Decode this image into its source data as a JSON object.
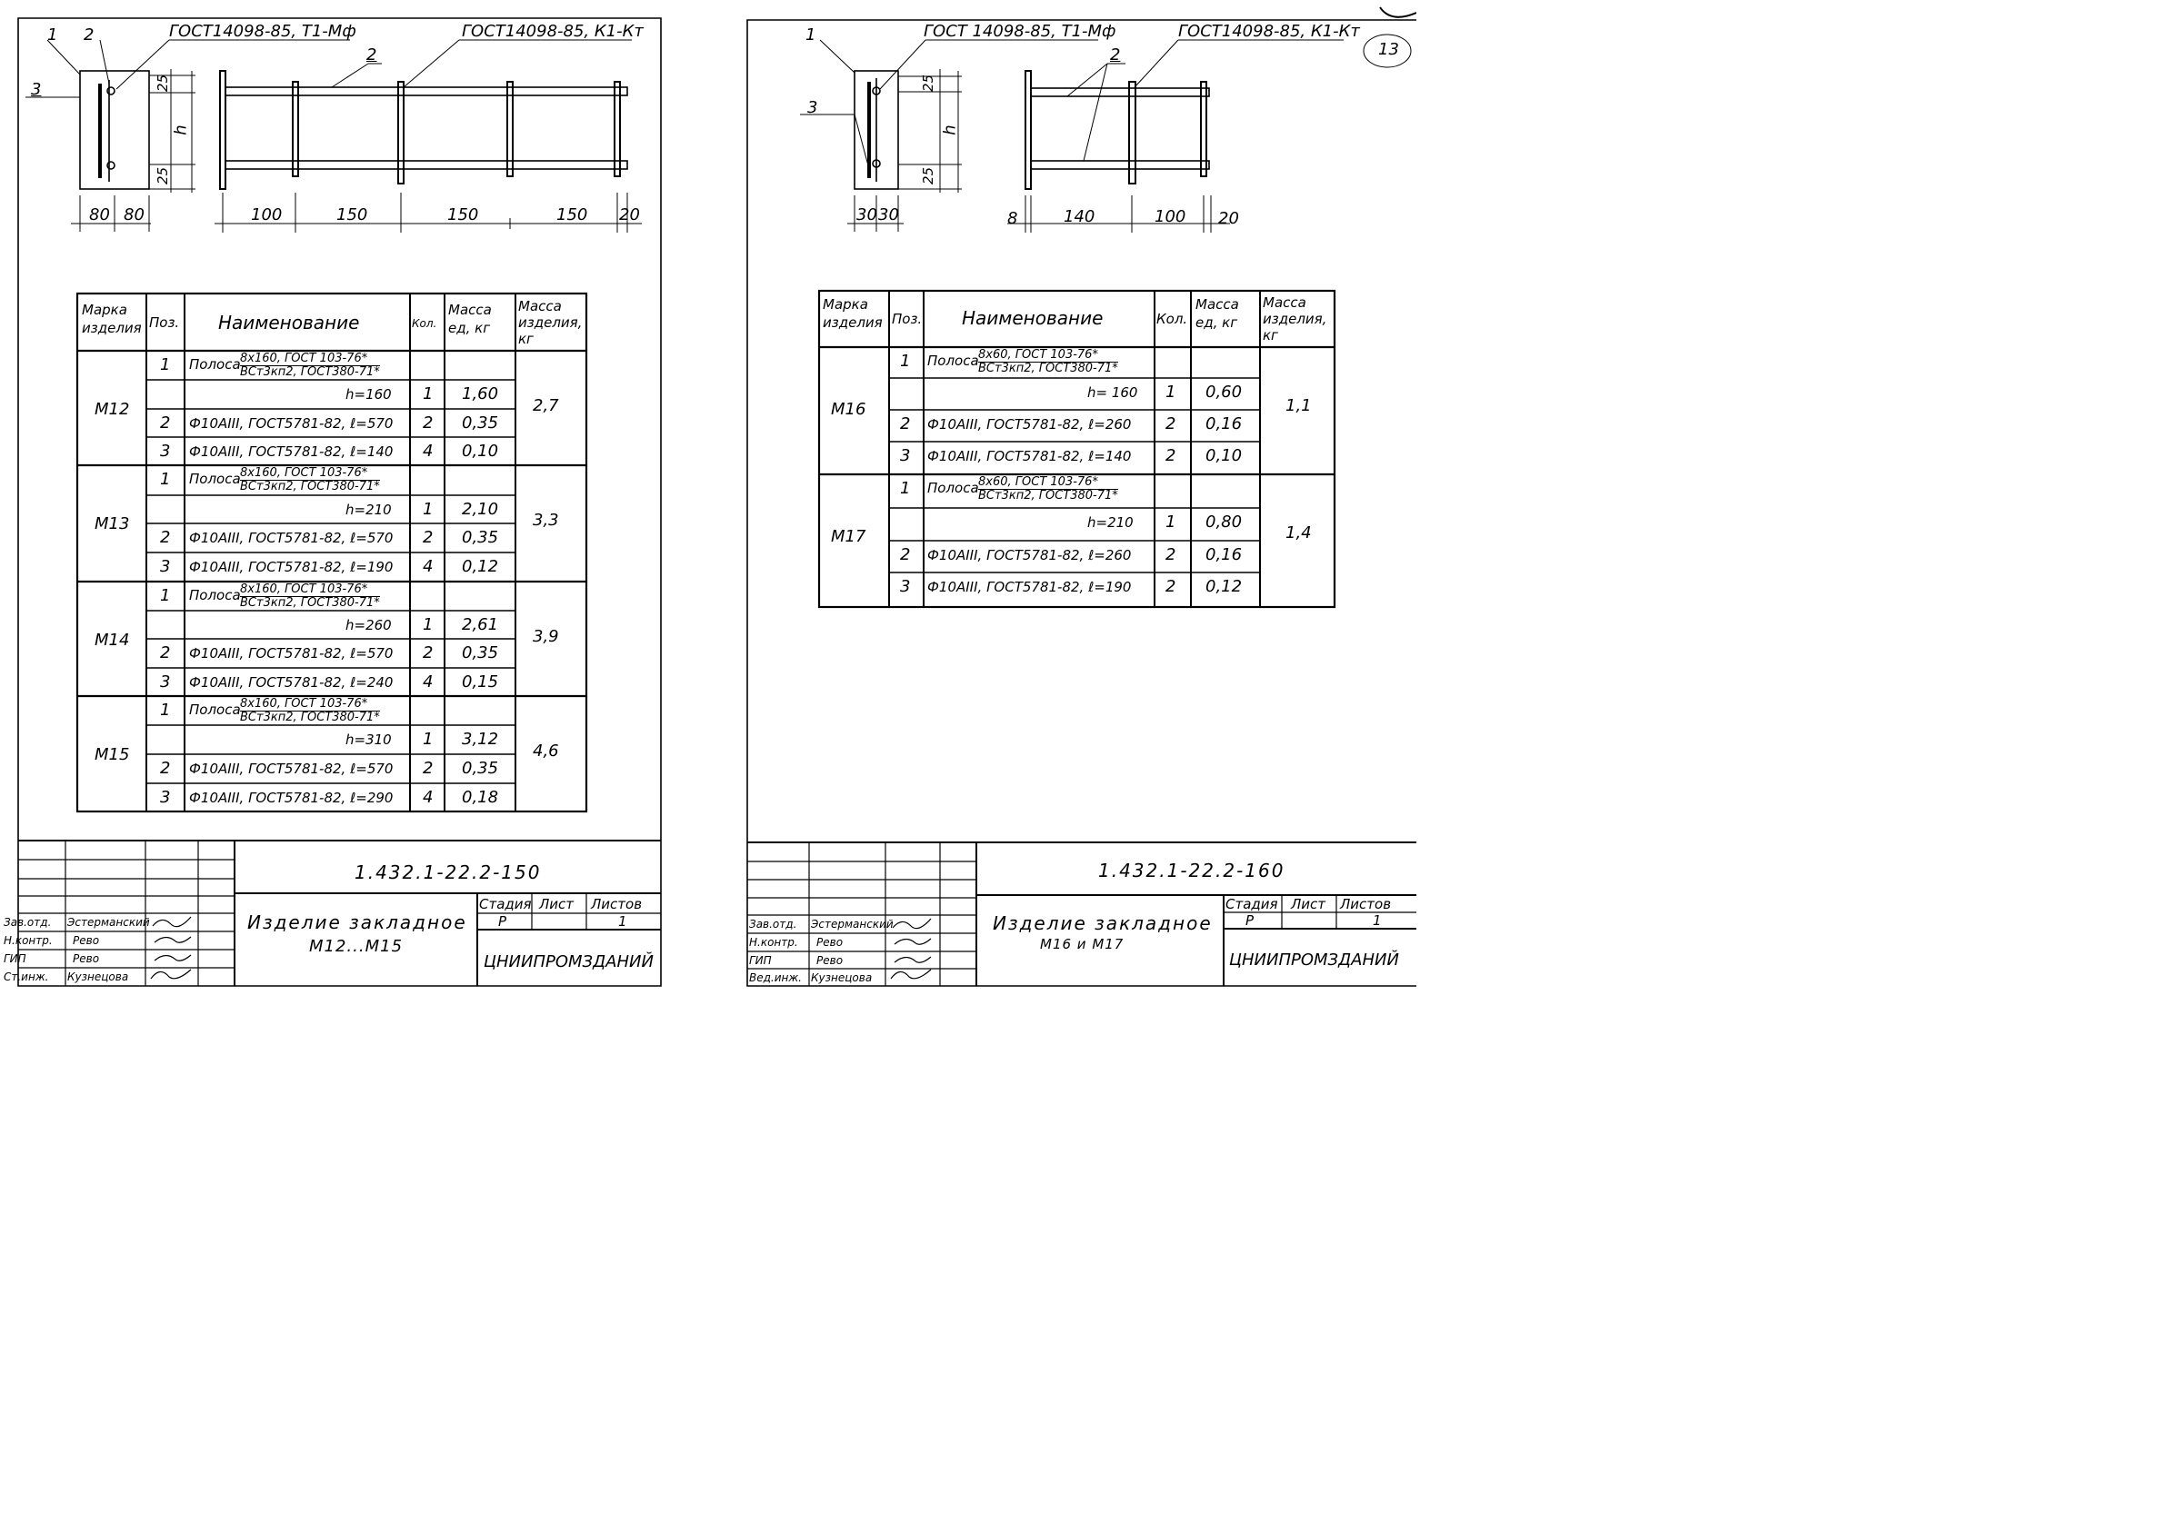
{
  "left": {
    "labels": {
      "pos1": "1",
      "pos2": "2",
      "pos3": "3",
      "pos2b": "2"
    },
    "gost_top": "ГОСТ14098-85, Т1-Мф",
    "gost_right": "ГОСТ14098-85, К1-Кт",
    "dims": {
      "d25a": "25",
      "d25b": "25",
      "h": "h",
      "w80a": "80",
      "w80b": "80",
      "s100": "100",
      "s150a": "150",
      "s150b": "150",
      "s150c": "150",
      "s20": "20"
    },
    "table": {
      "head": {
        "mark": "Марка изделия",
        "pos": "Поз.",
        "name": "Наименование",
        "qty": "Кол.",
        "mass_unit": "Масса ед, кг",
        "mass_item": "Масса изделия, кг"
      },
      "groups": [
        {
          "mark": "М12",
          "mass": "2,7",
          "rows": [
            {
              "pos": "1",
              "name_a": "8х160, ГОСТ 103-76*",
              "name_b": "ВСт3кп2, ГОСТ380-71*",
              "prefix": "Полоса",
              "qty": "",
              "unit": ""
            },
            {
              "pos": "",
              "name": "h=160",
              "qty": "1",
              "unit": "1,60"
            },
            {
              "pos": "2",
              "name": "Ф10АIII, ГОСТ5781-82, ℓ=570",
              "qty": "2",
              "unit": "0,35"
            },
            {
              "pos": "3",
              "name": "Ф10АIII, ГОСТ5781-82, ℓ=140",
              "qty": "4",
              "unit": "0,10"
            }
          ]
        },
        {
          "mark": "М13",
          "mass": "3,3",
          "rows": [
            {
              "pos": "1",
              "name_a": "8х160, ГОСТ 103-76*",
              "name_b": "ВСт3кп2, ГОСТ380-71*",
              "prefix": "Полоса",
              "qty": "",
              "unit": ""
            },
            {
              "pos": "",
              "name": "h=210",
              "qty": "1",
              "unit": "2,10"
            },
            {
              "pos": "2",
              "name": "Ф10АIII, ГОСТ5781-82, ℓ=570",
              "qty": "2",
              "unit": "0,35"
            },
            {
              "pos": "3",
              "name": "Ф10АIII, ГОСТ5781-82, ℓ=190",
              "qty": "4",
              "unit": "0,12"
            }
          ]
        },
        {
          "mark": "М14",
          "mass": "3,9",
          "rows": [
            {
              "pos": "1",
              "name_a": "8х160, ГОСТ 103-76*",
              "name_b": "ВСт3кп2, ГОСТ380-71*",
              "prefix": "Полоса",
              "qty": "",
              "unit": ""
            },
            {
              "pos": "",
              "name": "h=260",
              "qty": "1",
              "unit": "2,61"
            },
            {
              "pos": "2",
              "name": "Ф10АIII, ГОСТ5781-82, ℓ=570",
              "qty": "2",
              "unit": "0,35"
            },
            {
              "pos": "3",
              "name": "Ф10АIII, ГОСТ5781-82, ℓ=240",
              "qty": "4",
              "unit": "0,15"
            }
          ]
        },
        {
          "mark": "М15",
          "mass": "4,6",
          "rows": [
            {
              "pos": "1",
              "name_a": "8х160, ГОСТ 103-76*",
              "name_b": "ВСт3кп2, ГОСТ380-71*",
              "prefix": "Полоса",
              "qty": "",
              "unit": ""
            },
            {
              "pos": "",
              "name": "h=310",
              "qty": "1",
              "unit": "3,12"
            },
            {
              "pos": "2",
              "name": "Ф10АIII, ГОСТ5781-82, ℓ=570",
              "qty": "2",
              "unit": "0,35"
            },
            {
              "pos": "3",
              "name": "Ф10АIII, ГОСТ5781-82, ℓ=290",
              "qty": "4",
              "unit": "0,18"
            }
          ]
        }
      ]
    },
    "stamp": {
      "code": "1.432.1-22.2-150",
      "title_a": "Изделие закладное",
      "title_b": "М12...М15",
      "stage_h": "Стадия",
      "sheet_h": "Лист",
      "sheets_h": "Листов",
      "stage": "Р",
      "sheet": "",
      "sheets": "1",
      "org": "ЦНИИПРОМЗДАНИЙ",
      "roles": [
        "Зав.отд.",
        "Н.контр.",
        "ГИП",
        "Ст.инж."
      ],
      "names": [
        "Эстерманский",
        "Рево",
        "Рево",
        "Кузнецова"
      ]
    }
  },
  "right": {
    "corner_mark": "13",
    "labels": {
      "pos1": "1",
      "pos3": "3",
      "pos2": "2"
    },
    "gost_top": "ГОСТ 14098-85, Т1-Мф",
    "gost_right": "ГОСТ14098-85, К1-Кт",
    "dims": {
      "d25a": "25",
      "d25b": "25",
      "h": "h",
      "w30a": "30",
      "w30b": "30",
      "s8": "8",
      "s140": "140",
      "s100": "100",
      "s20": "20"
    },
    "table": {
      "head": {
        "mark": "Марка изделия",
        "pos": "Поз.",
        "name": "Наименование",
        "qty": "Кол.",
        "mass_unit": "Масса ед, кг",
        "mass_item": "Масса изделия, кг"
      },
      "groups": [
        {
          "mark": "М16",
          "mass": "1,1",
          "rows": [
            {
              "pos": "1",
              "name_a": "8х60, ГОСТ 103-76*",
              "name_b": "ВСт3кп2, ГОСТ380-71*",
              "prefix": "Полоса",
              "qty": "",
              "unit": ""
            },
            {
              "pos": "",
              "name": "h= 160",
              "qty": "1",
              "unit": "0,60"
            },
            {
              "pos": "2",
              "name": "Ф10АIII, ГОСТ5781-82, ℓ=260",
              "qty": "2",
              "unit": "0,16"
            },
            {
              "pos": "3",
              "name": "Ф10АIII, ГОСТ5781-82, ℓ=140",
              "qty": "2",
              "unit": "0,10"
            }
          ]
        },
        {
          "mark": "М17",
          "mass": "1,4",
          "rows": [
            {
              "pos": "1",
              "name_a": "8х60, ГОСТ 103-76*",
              "name_b": "ВСт3кп2, ГОСТ380-71*",
              "prefix": "Полоса",
              "qty": "",
              "unit": ""
            },
            {
              "pos": "",
              "name": "h=210",
              "qty": "1",
              "unit": "0,80"
            },
            {
              "pos": "2",
              "name": "Ф10АIII, ГОСТ5781-82, ℓ=260",
              "qty": "2",
              "unit": "0,16"
            },
            {
              "pos": "3",
              "name": "Ф10АIII, ГОСТ5781-82, ℓ=190",
              "qty": "2",
              "unit": "0,12"
            }
          ]
        }
      ]
    },
    "stamp": {
      "code": "1.432.1-22.2-160",
      "title_a": "Изделие закладное",
      "title_b": "М16 и М17",
      "stage_h": "Стадия",
      "sheet_h": "Лист",
      "sheets_h": "Листов",
      "stage": "Р",
      "sheet": "",
      "sheets": "1",
      "org": "ЦНИИПРОМЗДАНИЙ",
      "roles": [
        "Зав.отд.",
        "Н.контр.",
        "ГИП",
        "Вед.инж."
      ],
      "names": [
        "Эстерманский",
        "Рево",
        "Рево",
        "Кузнецова"
      ]
    }
  }
}
